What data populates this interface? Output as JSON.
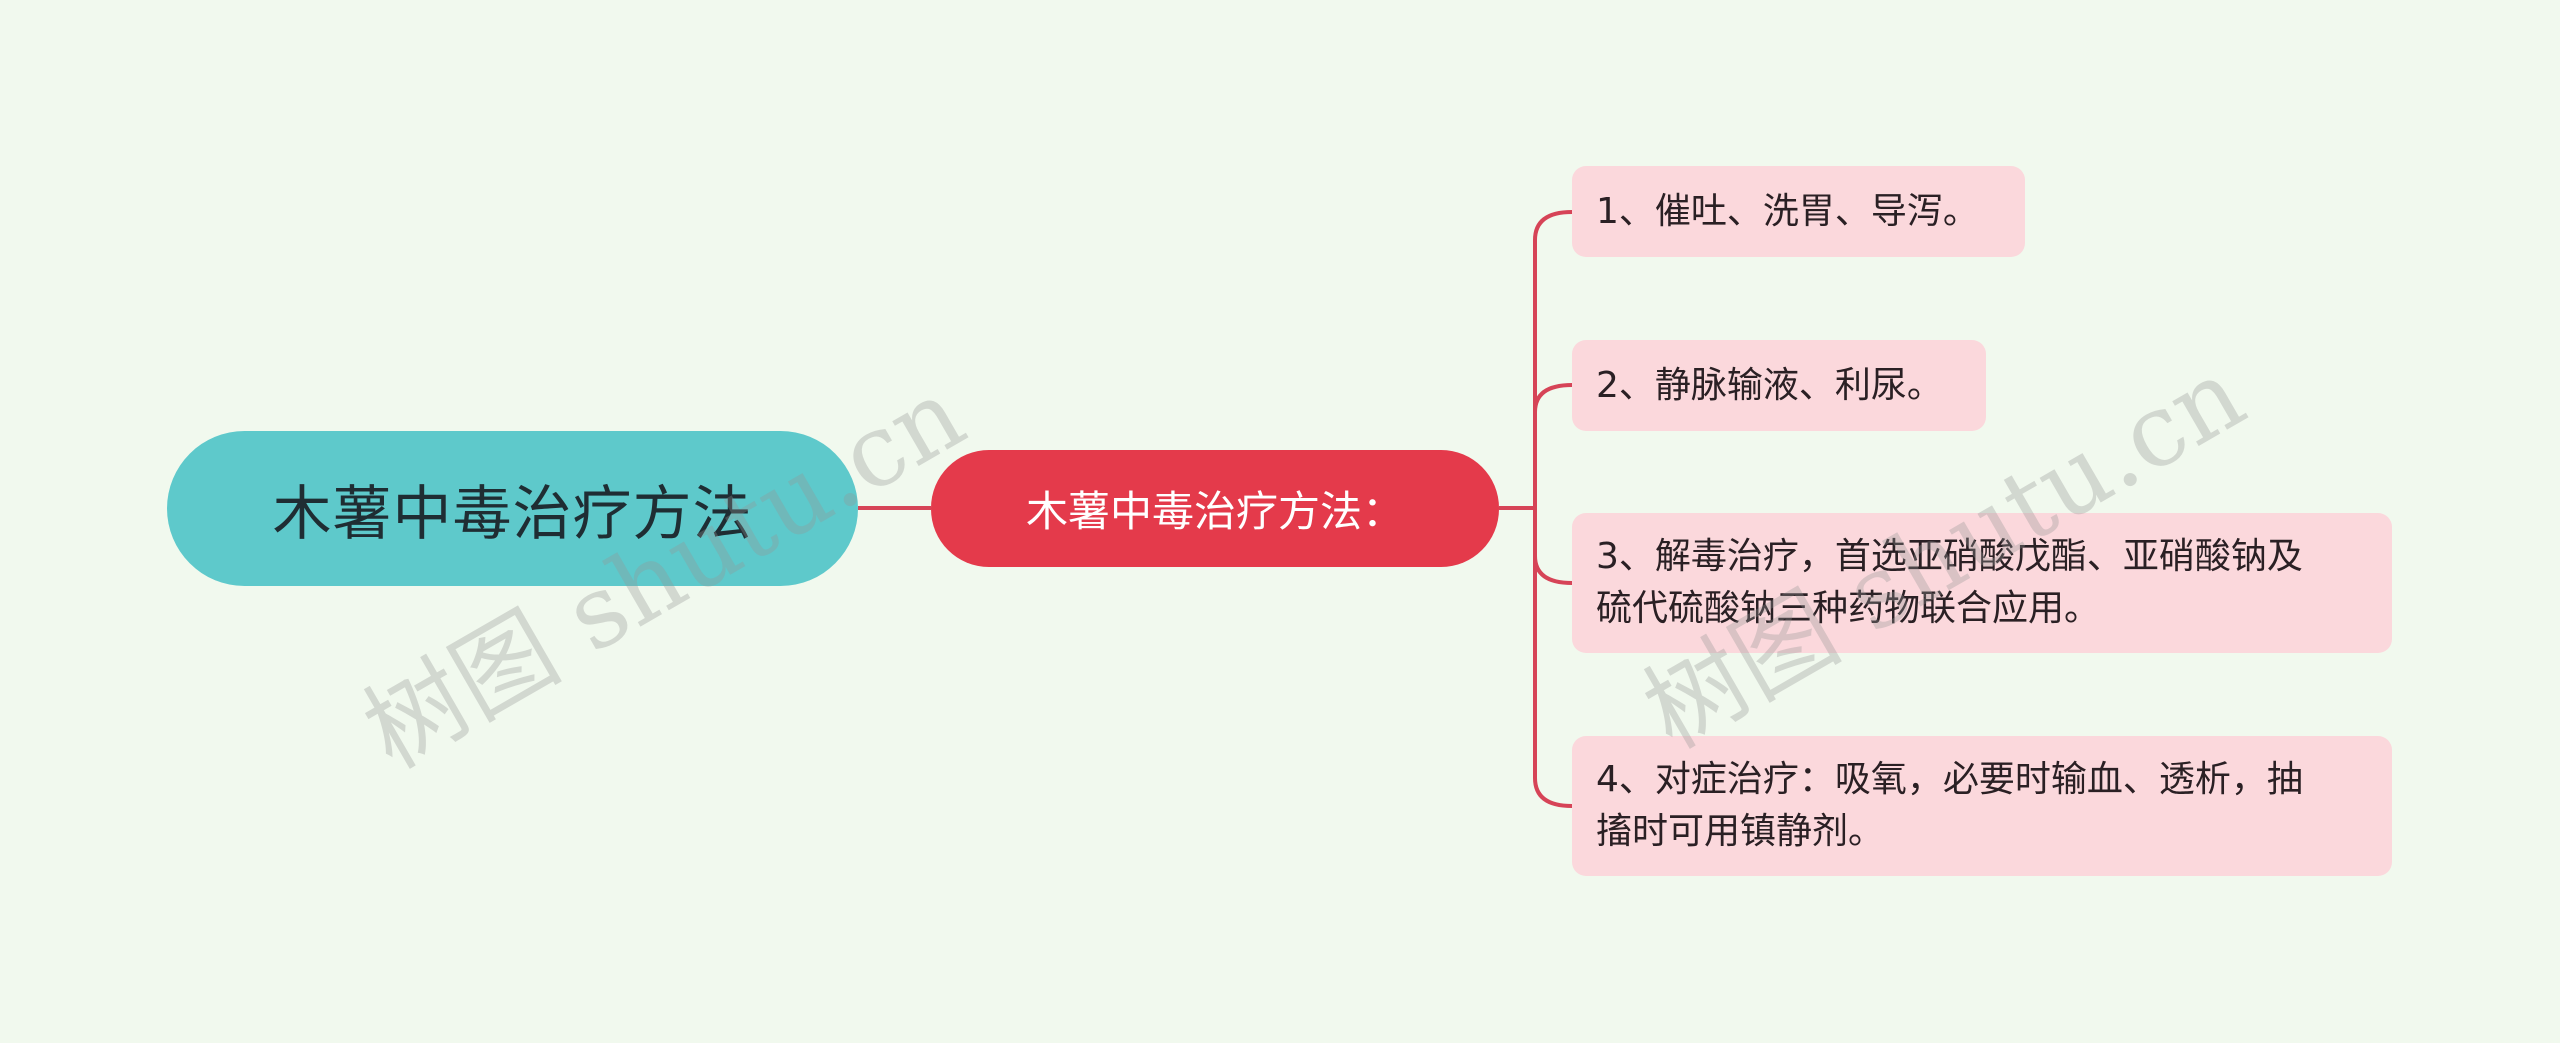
{
  "mindmap": {
    "root": {
      "label": "木薯中毒治疗方法"
    },
    "branch": {
      "label": "木薯中毒治疗方法："
    },
    "leaves": [
      {
        "lines": [
          "1、催吐、洗胃、导泻。"
        ]
      },
      {
        "lines": [
          "2、静脉输液、利尿。"
        ]
      },
      {
        "lines": [
          "3、解毒治疗，首选亚硝酸戊酯、亚硝酸钠及",
          "硫代硫酸钠三种药物联合应用。"
        ]
      },
      {
        "lines": [
          "4、对症治疗：吸氧，必要时输血、透析，抽",
          "搐时可用镇静剂。"
        ]
      }
    ]
  },
  "watermarks": [
    "树图 shutu.cn",
    "树图 shutu.cn"
  ],
  "colors": {
    "background": "#f1f9ee",
    "root_fill": "#5ec9cb",
    "branch_fill": "#e43a4b",
    "leaf_fill": "#fbd8dc",
    "connector": "#d64457"
  }
}
